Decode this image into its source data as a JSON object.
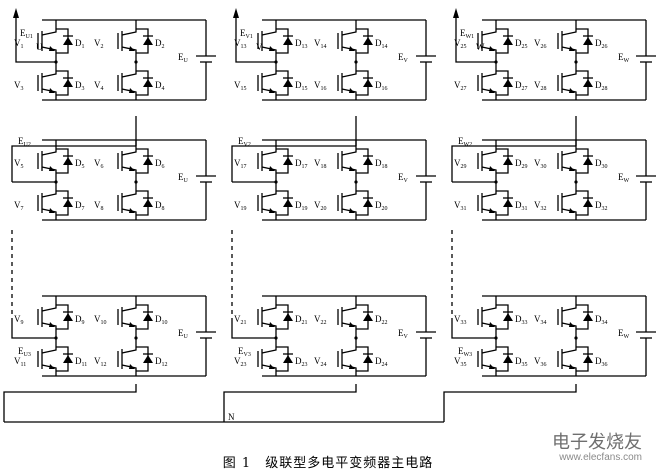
{
  "caption": "图 1　级联型多电平变频器主电路",
  "watermark": {
    "name": "电子发烧友",
    "url": "www.elecfans.com"
  },
  "phases": [
    {
      "id": "U",
      "phase_label": "U",
      "cell_labels": [
        "E_U1",
        "E_U2",
        "E_U3"
      ],
      "switches": [
        "V_1",
        "V_2",
        "V_3",
        "V_4",
        "V_5",
        "V_6",
        "V_7",
        "V_8",
        "V_9",
        "V_10",
        "V_11",
        "V_12"
      ],
      "diodes": [
        "D_1",
        "D_2",
        "D_3",
        "D_4",
        "D_5",
        "D_6",
        "D_7",
        "D_8",
        "D_9",
        "D_10",
        "D_11",
        "D_12"
      ],
      "sources": [
        "E_U",
        "E_U",
        "E_U"
      ]
    },
    {
      "id": "V",
      "phase_label": "V",
      "cell_labels": [
        "E_V1",
        "E_V2",
        "E_V3"
      ],
      "switches": [
        "V_13",
        "V_14",
        "V_15",
        "V_16",
        "V_17",
        "V_18",
        "V_19",
        "V_20",
        "V_21",
        "V_22",
        "V_23",
        "V_24"
      ],
      "diodes": [
        "D_13",
        "D_14",
        "D_15",
        "D_16",
        "D_17",
        "D_18",
        "D_19",
        "D_20",
        "D_21",
        "D_22",
        "D_23",
        "D_24"
      ],
      "sources": [
        "E_V",
        "E_V",
        "E_V"
      ]
    },
    {
      "id": "W",
      "phase_label": "W",
      "cell_labels": [
        "E_W1",
        "E_W2",
        "E_W3"
      ],
      "switches": [
        "V_25",
        "V_26",
        "V_27",
        "V_28",
        "V_29",
        "V_30",
        "V_31",
        "V_32",
        "V_33",
        "V_34",
        "V_35",
        "V_36"
      ],
      "diodes": [
        "D_25",
        "D_26",
        "D_27",
        "D_28",
        "D_29",
        "D_30",
        "D_31",
        "D_32",
        "D_33",
        "D_34",
        "D_35",
        "D_36"
      ],
      "sources": [
        "E_W",
        "E_W",
        "E_W"
      ]
    }
  ],
  "neutral_label": "N"
}
